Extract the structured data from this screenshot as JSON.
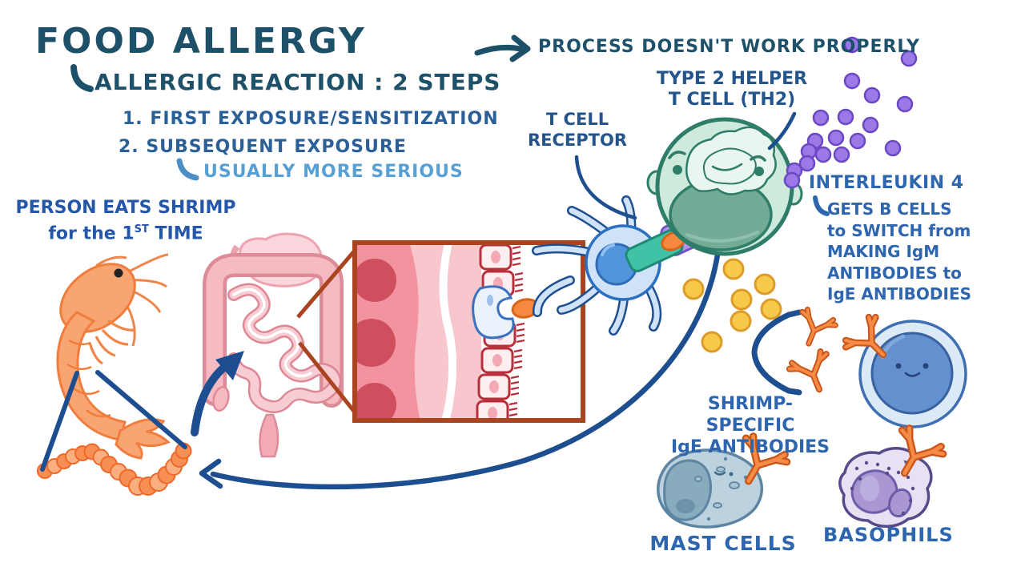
{
  "header": {
    "title": "FOOD ALLERGY",
    "note": "PROCESS DOESN'T WORK PROPERLY",
    "subtitle": "ALLERGIC REACTION :  2 STEPS"
  },
  "steps": {
    "step1": "1. FIRST EXPOSURE/SENSITIZATION",
    "step2": "2. SUBSEQUENT EXPOSURE",
    "note": "USUALLY MORE SERIOUS"
  },
  "labels": {
    "person": {
      "line1": "PERSON EATS SHRIMP",
      "line2_pre": "for the 1",
      "line2_sup": "ST",
      "line2_post": " TIME"
    },
    "tcr": {
      "line1": "T CELL",
      "line2": "RECEPTOR"
    },
    "th2": {
      "line1": "TYPE 2 HELPER",
      "line2": "T CELL (TH2)"
    },
    "il4": {
      "title": "INTERLEUKIN 4",
      "line1": "GETS B CELLS",
      "line2": "to SWITCH from",
      "line3": "MAKING IgM",
      "line4": "ANTIBODIES to",
      "line5": "IgE ANTIBODIES"
    },
    "ige": {
      "line1": "SHRIMP-SPECIFIC",
      "line2": "IgE ANTIBODIES"
    },
    "mast": "MAST CELLS",
    "basophils": "BASOPHILS"
  },
  "icons": [
    "shrimp-illustration",
    "protein-bead-chain",
    "gi-tract-illustration",
    "intestinal-wall-inset",
    "dendritic-cell",
    "antigen-mhc-tcr-complex",
    "th2-cell",
    "il4-molecule-dots",
    "antigen-dots",
    "antibody-icon",
    "b-cell",
    "mast-cell",
    "basophil-cell",
    "curved-arrow",
    "brace-bracket"
  ],
  "palette": {
    "title_text": "#1d5069",
    "label_blue": "#2b5f98",
    "light_blue_text": "#57a0d5",
    "arrow_navy": "#1d4e8f",
    "shrimp_orange": "#f9a571",
    "antibody_orange": "#f68b45",
    "antigen_orange": "#f6893f",
    "gi_pink": "#f6bac3",
    "inset_brown": "#a8441f",
    "dendritic_blue": "#cfe2f7",
    "th2_teal": "#cdeadd",
    "th2_outline": "#2e7d68",
    "mhc_teal": "#41c2a6",
    "tcr_purple": "#b592ea",
    "il4_purple": "#9b79e6",
    "cytokine_yellow": "#f7c94b",
    "bcell_blue": "#6490cf",
    "mast_gray_blue": "#bcd2de",
    "basophil_lavender": "#e7e1f3",
    "background": "#ffffff"
  }
}
